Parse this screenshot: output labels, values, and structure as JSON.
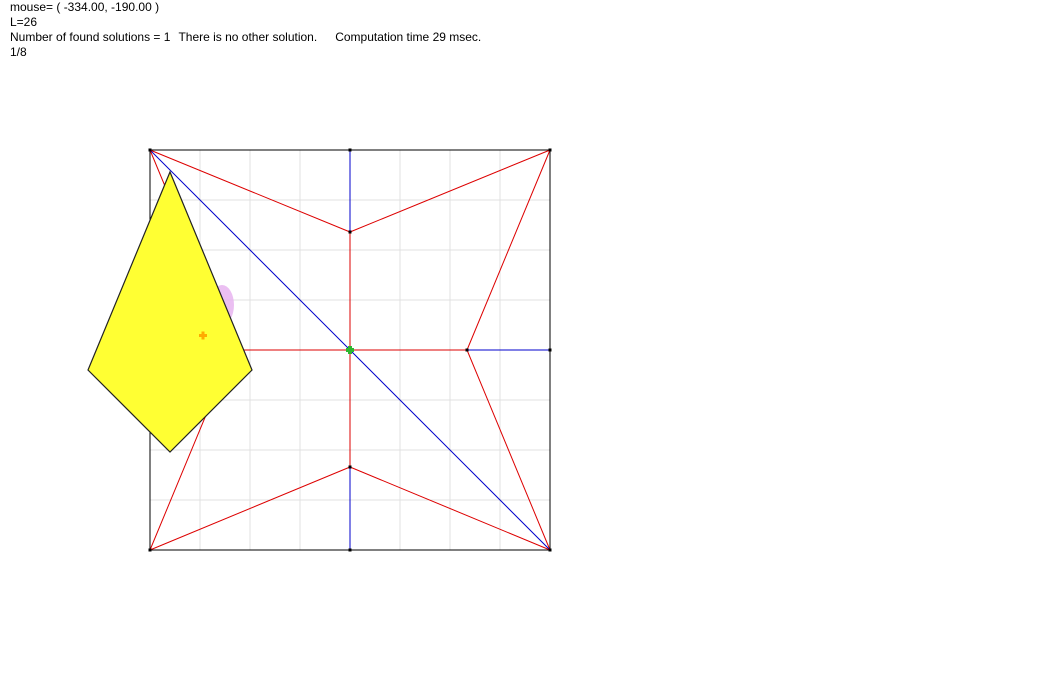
{
  "status": {
    "mouse": "mouse= ( -334.00, -190.00 )",
    "length": "L=26",
    "solutions": "Number of found solutions = 1",
    "uniqueness": "There is no other solution.",
    "computation": "Computation time 29 msec.",
    "page": "1/8"
  },
  "colors": {
    "background": "#ffffff",
    "grid": "#e1e1e1",
    "border": "#000000",
    "valley_crease": "#dd0000",
    "mountain_crease": "#0000cc",
    "vertex": "#000000",
    "folded_fill": "#ffff33",
    "folded_outline": "#222222",
    "highlight": "#e8b4f0",
    "origin_marker": "#2fb52f",
    "center_marker": "#ffaa00"
  }
}
